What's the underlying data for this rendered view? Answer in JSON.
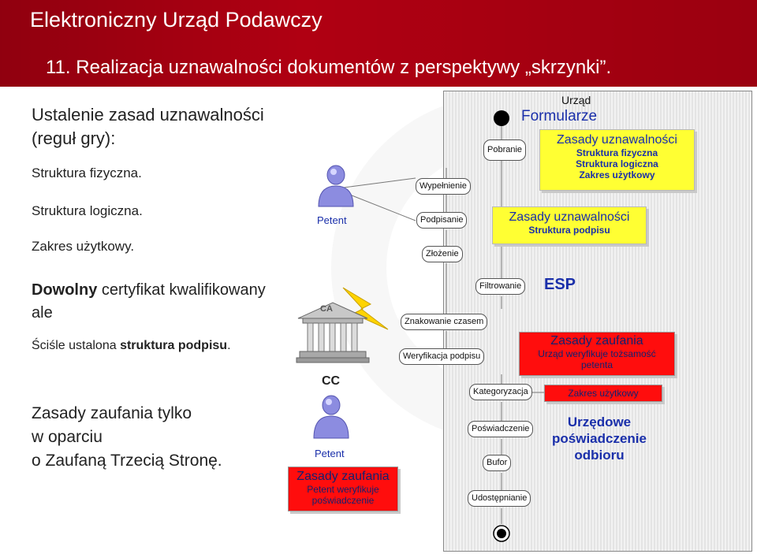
{
  "header": {
    "title": "Elektroniczny Urząd Podawczy",
    "subtitle": "11. Realizacja uznawalności dokumentów z perspektywy „skrzynki”."
  },
  "left": {
    "line1": "Ustalenie zasad uznawalności",
    "line2": "(reguł gry):",
    "line3": "Struktura fizyczna.",
    "line4": "Struktura logiczna.",
    "line5": "Zakres użytkowy.",
    "cert_bold": "Dowolny",
    "cert_rest": " certyfikat kwalifikowany",
    "cert_ale": "ale",
    "strict_prefix": "Ściśle ustalona ",
    "strict_bold": "struktura podpisu",
    "strict_suffix": ".",
    "trust1": "Zasady zaufania tylko",
    "trust2": "w oparciu",
    "trust3": "o Zaufaną Trzecią Stronę."
  },
  "actors": {
    "petent_top": "Petent",
    "cc_label": "CC",
    "ca_label": "CA",
    "petent_bottom": "Petent"
  },
  "petent_trust": {
    "title": "Zasady zaufania",
    "line1": "Petent weryfikuje",
    "line2": "poświadczenie"
  },
  "urzad": {
    "label": "Urząd",
    "formularze": "Formularze"
  },
  "activities": {
    "wypelnienie": "Wypełnienie",
    "podpisanie": "Podpisanie",
    "zlozenie": "Złożenie",
    "pobranie": "Pobranie",
    "filtrowanie": "Filtrowanie",
    "znakowanie": "Znakowanie czasem",
    "weryfikacja": "Weryfikacja podpisu",
    "kategoryzacja": "Kategoryzacja",
    "poswiadczenie": "Poświadczenie",
    "bufor": "Bufor",
    "udostepnianie": "Udostępnianie"
  },
  "rules_box_1": {
    "title": "Zasady uznawalności",
    "items": [
      "Struktura fizyczna",
      "Struktura logiczna",
      "Zakres użytkowy"
    ]
  },
  "rules_box_2": {
    "title": "Zasady uznawalności",
    "item": "Struktura podpisu"
  },
  "esp": "ESP",
  "urzad_trust": {
    "title": "Zasady zaufania",
    "line1": "Urząd weryfikuje tożsamość",
    "line2": "petenta"
  },
  "zakres_box": "Zakres użytkowy",
  "upo": {
    "line1": "Urzędowe",
    "line2": "poświadczenie",
    "line3": "odbioru"
  },
  "colors": {
    "header": "#b00012",
    "yellow_box": "#ffff33",
    "red_box": "#ff0d0d",
    "blue_text": "#1a2faa"
  }
}
